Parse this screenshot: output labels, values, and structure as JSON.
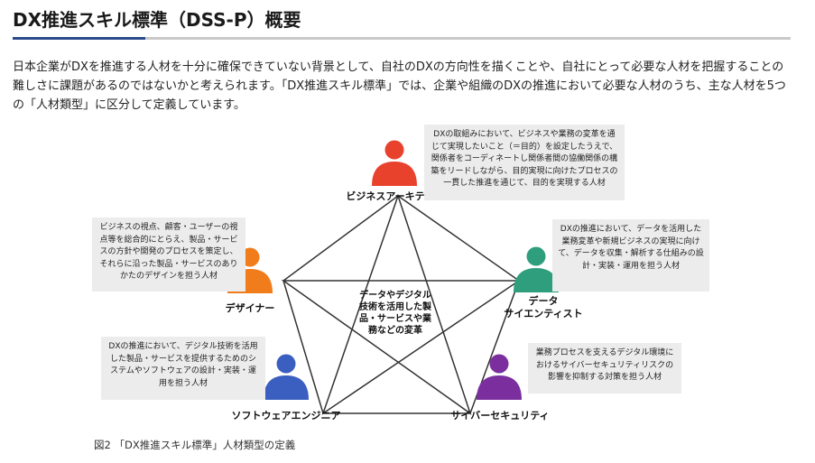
{
  "heading": "DX推進スキル標準（DSS-P）概要",
  "intro": "日本企業がDXを推進する人材を十分に確保できていない背景として、自社のDXの方向性を描くことや、自社にとって必要な人材を把握することの難しさに課題があるのではないかと考えられます。「DX推進スキル標準」では、企業や組織のDXの推進において必要な人材のうち、主な人材を5つの「人材類型」に区分して定義しています。",
  "center": "データやデジタル技術を活用した製品・サービスや業務などの変革",
  "roles": {
    "business": {
      "label": "ビジネスアーキテクト",
      "color": "#e8412c",
      "description": "DXの取組みにおいて、ビジネスや業務の変革を通じて実現したいこと（＝目的）を設定したうえで、関係者をコーディネートし関係者間の協働関係の構築をリードしながら、目的実現に向けたプロセスの一貫した推進を通じて、目的を実現する人材"
    },
    "designer": {
      "label": "デザイナー",
      "color": "#f07c1c",
      "description": "ビジネスの視点、顧客・ユーザーの視点等を総合的にとらえ、製品・サービスの方針や開発のプロセスを策定し、それらに沿った製品・サービスのありかたのデザインを担う人材"
    },
    "data": {
      "label": "データ\nサイエンティスト",
      "color": "#2e9e7d",
      "description": "DXの推進において、データを活用した業務変革や新規ビジネスの実現に向けて、データを収集・解析する仕組みの設計・実装・運用を担う人材"
    },
    "software": {
      "label": "ソフトウェアエンジニア",
      "color": "#3b5fc0",
      "description": "DXの推進において、デジタル技術を活用した製品・サービスを提供するためのシステムやソフトウェアの設計・実装・運用を担う人材"
    },
    "security": {
      "label": "サイバーセキュリティ",
      "color": "#7b2f9e",
      "description": "業務プロセスを支えるデジタル環境におけるサイバーセキュリティリスクの影響を抑制する対策を担う人材"
    }
  },
  "caption": "図2 「DX推進スキル標準」人材類型の定義"
}
